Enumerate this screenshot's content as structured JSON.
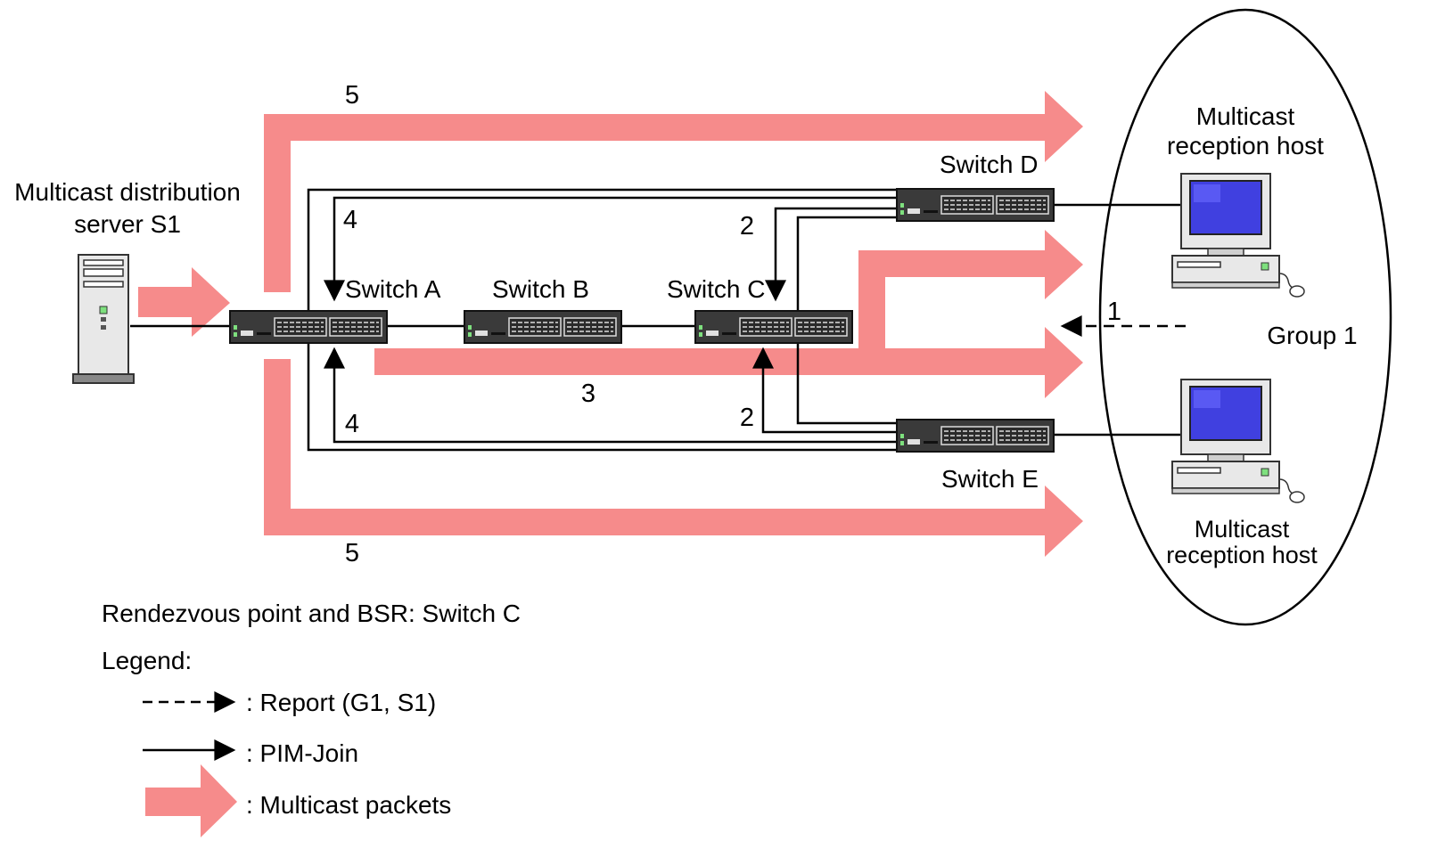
{
  "colors": {
    "packet_arrow": "#f68b8b",
    "switch_body": "#3a3a3a",
    "monitor_screen": "#4040e0",
    "server_body": "#e8e8e8"
  },
  "labels": {
    "server": [
      "Multicast distribution",
      "server S1"
    ],
    "switch_a": "Switch A",
    "switch_b": "Switch B",
    "switch_c": "Switch C",
    "switch_d": "Switch D",
    "switch_e": "Switch E",
    "host_top": [
      "Multicast",
      "reception host"
    ],
    "host_bottom": [
      "Multicast",
      "reception host"
    ],
    "group": "Group 1"
  },
  "steps": {
    "s1": "1",
    "s2_top": "2",
    "s2_bottom": "2",
    "s3": "3",
    "s4_top": "4",
    "s4_bottom": "4",
    "s5_top": "5",
    "s5_bottom": "5"
  },
  "note": "Rendezvous point and BSR: Switch C",
  "legend": {
    "title": "Legend:",
    "items": [
      {
        "symbol": "dashed-arrow",
        "label": ": Report (G1, S1)"
      },
      {
        "symbol": "solid-arrow",
        "label": ": PIM-Join"
      },
      {
        "symbol": "packet-arrow",
        "label": ": Multicast packets"
      }
    ]
  },
  "icons": [
    "server-icon",
    "switch-icon",
    "pc-icon"
  ]
}
